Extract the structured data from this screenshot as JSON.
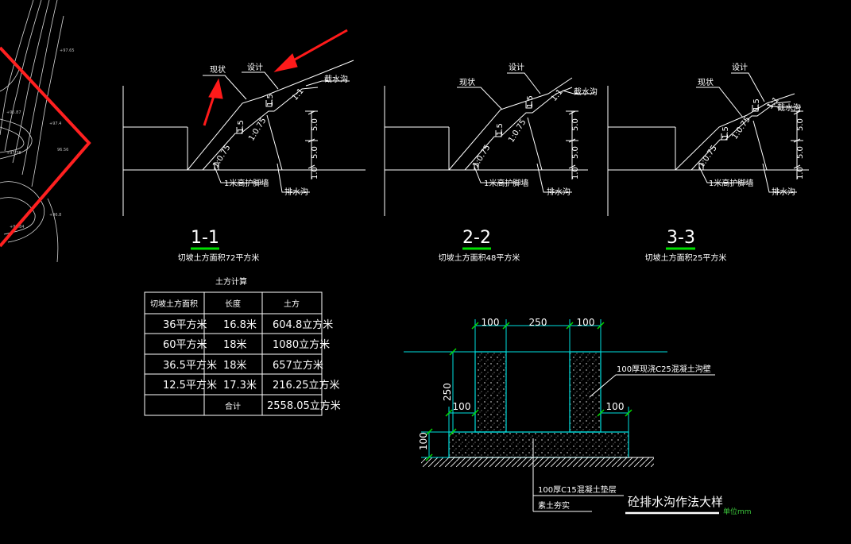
{
  "sections": [
    {
      "id": "1-1",
      "title": "1-1",
      "caption": "切坡土方面积72平方米",
      "labels": {
        "existing": "现状",
        "design": "设计",
        "intercept": "截水沟",
        "toe_wall": "1米高护脚墙",
        "drain": "排水沟",
        "ratio_upper": "1:0.75",
        "ratio_lower": "1:0.75",
        "ratio_top": "1:1",
        "h1": "1.5",
        "h2": "1.5"
      },
      "dims": [
        "5.0",
        "5.0",
        "1.0"
      ]
    },
    {
      "id": "2-2",
      "title": "2-2",
      "caption": "切坡土方面积48平方米",
      "labels": {
        "existing": "现状",
        "design": "设计",
        "intercept": "截水沟",
        "toe_wall": "1米高护脚墙",
        "drain": "排水沟",
        "ratio_upper": "1:0.75",
        "ratio_lower": "1:0.75",
        "ratio_top": "1:1",
        "h1": "1.5",
        "h2": "1.5"
      },
      "dims": [
        "5.0",
        "5.0",
        "1.0"
      ]
    },
    {
      "id": "3-3",
      "title": "3-3",
      "caption": "切坡土方面积25平方米",
      "labels": {
        "existing": "现状",
        "design": "设计",
        "intercept": "截水沟",
        "toe_wall": "1米高护脚墙",
        "drain": "排水沟",
        "ratio_upper": "1:0.75",
        "ratio_lower": "1:0.75",
        "ratio_top": "1:1",
        "h1": "1.5",
        "h2": "1.5"
      },
      "dims": [
        "5.0",
        "5.0",
        "1.0"
      ]
    }
  ],
  "table": {
    "title": "土方计算",
    "headers": [
      "切坡土方面积",
      "长度",
      "土方"
    ],
    "rows": [
      [
        "36平方米",
        "16.8米",
        "604.8立方米"
      ],
      [
        "60平方米",
        "18米",
        "1080立方米"
      ],
      [
        "36.5平方米",
        "18米",
        "657立方米"
      ],
      [
        "12.5平方米",
        "17.3米",
        "216.25立方米"
      ],
      [
        "",
        "合计",
        "2558.05立方米"
      ]
    ]
  },
  "detail": {
    "title": "砼排水沟作法大样",
    "unit": "单位mm",
    "dims_top": [
      "100",
      "250",
      "100"
    ],
    "dim_left_height": "250",
    "dim_inner_left": "100",
    "dim_inner_right": "100",
    "dim_base": "100",
    "wall_label": "100厚现浇C25混凝土沟壁",
    "base_label": "100厚C15混凝土垫层",
    "soil_label": "素土夯实"
  },
  "colors": {
    "background": "#000000",
    "lines": "#ffffff",
    "contour_border": "#ff2020",
    "arrows": "#ff1a1a",
    "underline": "#00e000",
    "concrete_edge": "#00e0e0",
    "unit": "#33cc33"
  }
}
